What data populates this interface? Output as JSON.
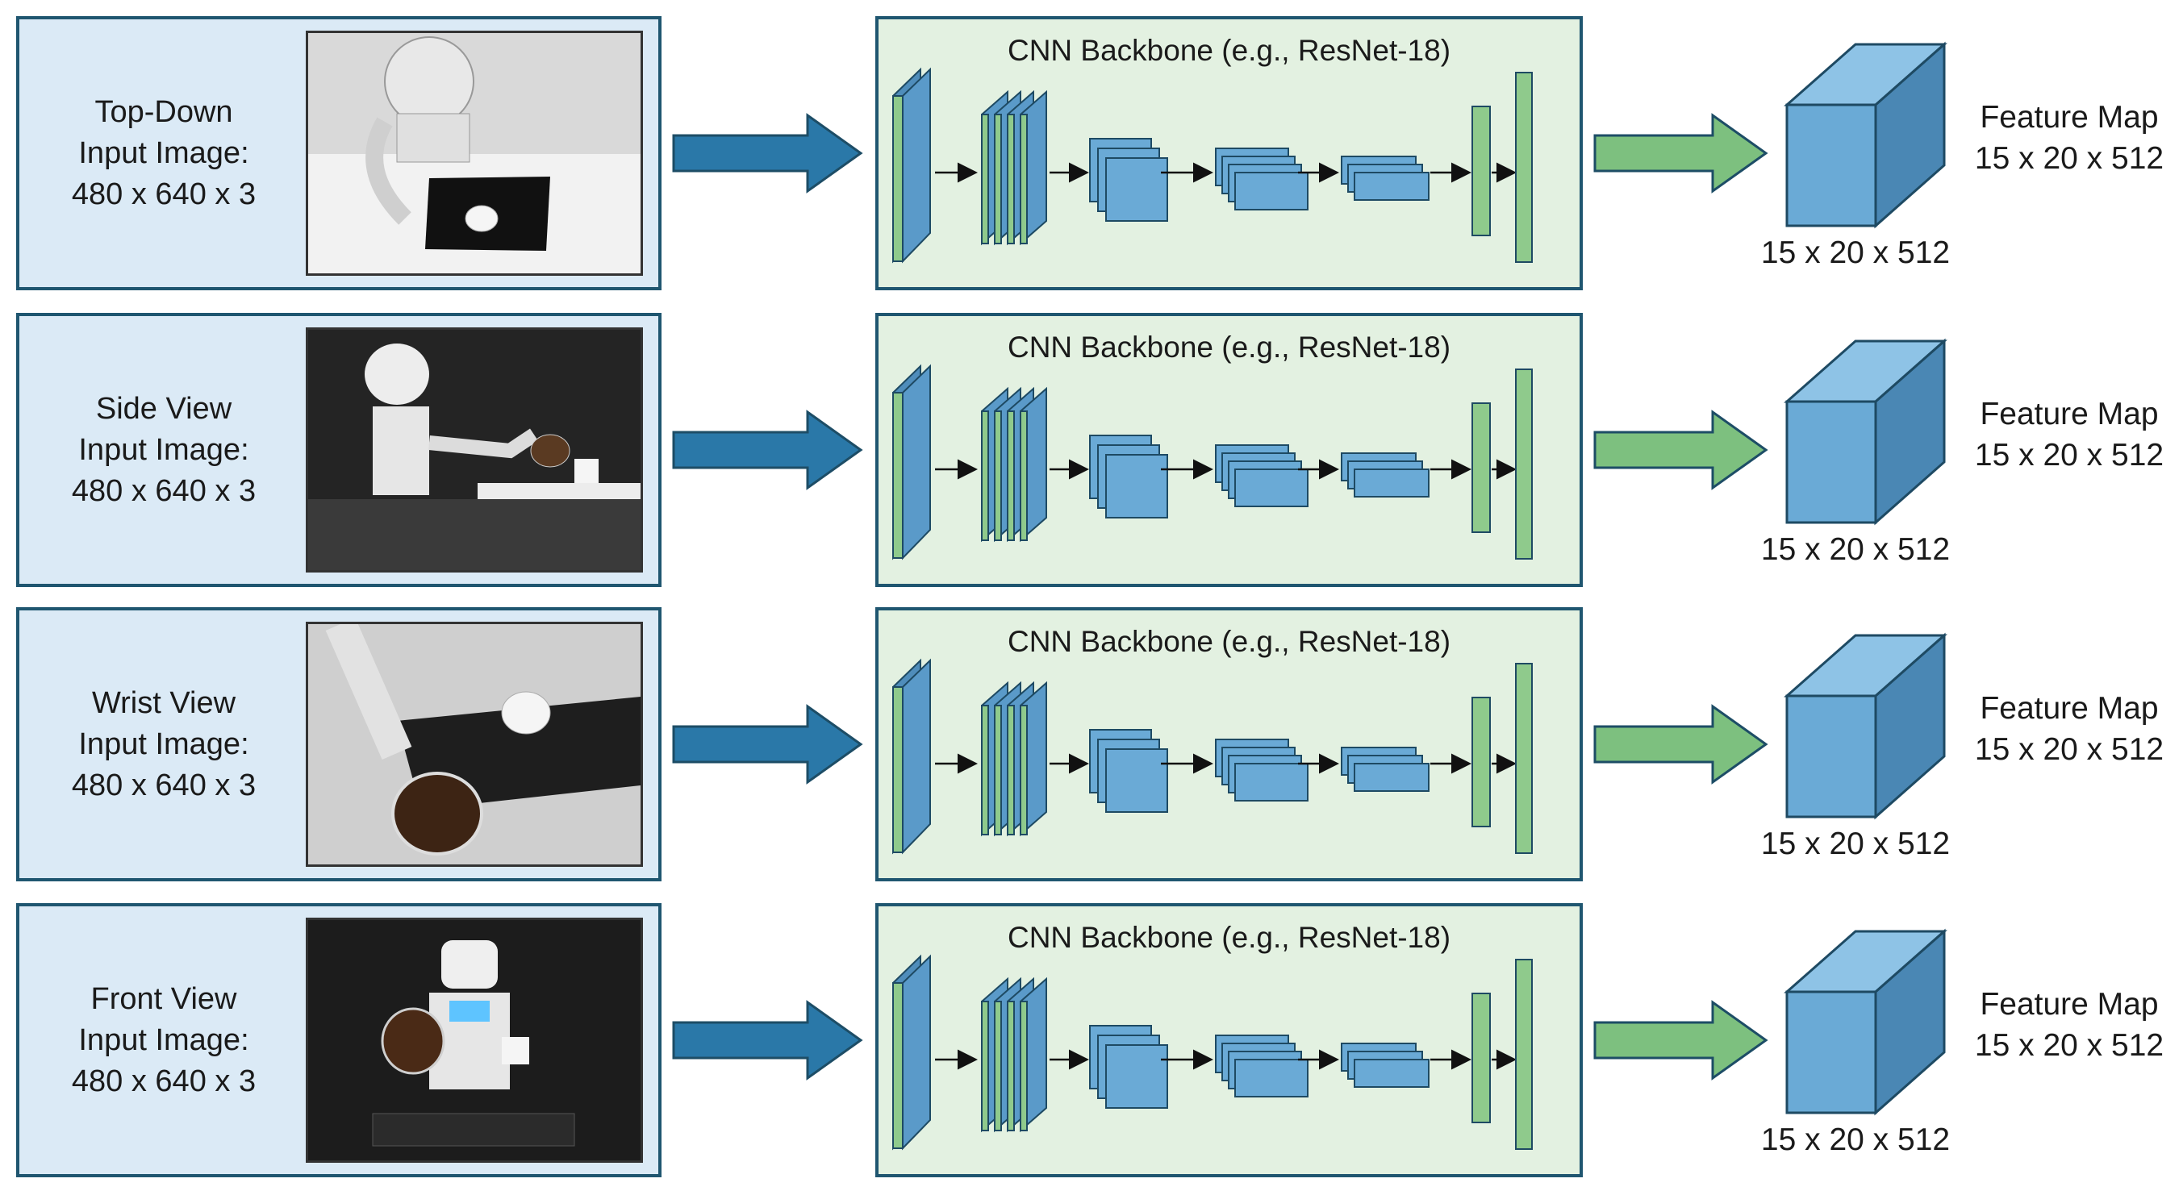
{
  "rows": [
    {
      "view_line1": "Top-Down",
      "view_line2": "Input Image:",
      "view_line3": "480 x 640 x 3",
      "backbone_title": "CNN Backbone (e.g., ResNet-18)",
      "cube_dims": "15 x 20 x 512",
      "feature_line1": "Feature Map",
      "feature_line2": "15 x 20 x 512"
    },
    {
      "view_line1": "Side View",
      "view_line2": "Input Image:",
      "view_line3": "480 x 640 x 3",
      "backbone_title": "CNN Backbone (e.g., ResNet-18)",
      "cube_dims": "15 x 20 x 512",
      "feature_line1": "Feature Map",
      "feature_line2": "15 x 20 x 512"
    },
    {
      "view_line1": "Wrist View",
      "view_line2": "Input Image:",
      "view_line3": "480 x 640 x 3",
      "backbone_title": "CNN Backbone (e.g., ResNet-18)",
      "cube_dims": "15 x 20 x 512",
      "feature_line1": "Feature Map",
      "feature_line2": "15 x 20 x 512"
    },
    {
      "view_line1": "Front View",
      "view_line2": "Input Image:",
      "view_line3": "480 x 640 x 3",
      "backbone_title": "CNN Backbone (e.g., ResNet-18)",
      "cube_dims": "15 x 20 x 512",
      "feature_line1": "Feature Map",
      "feature_line2": "15 x 20 x 512"
    }
  ],
  "colors": {
    "panel_border": "#1f5670",
    "input_panel_bg": "#dbeaf6",
    "cnn_panel_bg": "#e3f1e1",
    "input_arrow": "#2a78a8",
    "output_arrow": "#7dc07f",
    "layer_blue": "#5a9ac9",
    "layer_green": "#8fca8c",
    "cube_front": "#6aaad6",
    "cube_top": "#8ec3e6",
    "cube_side": "#4a87b4"
  },
  "photos": [
    {
      "scene": "top-down",
      "bg": "#d9d9d9"
    },
    {
      "scene": "side",
      "bg": "#242424"
    },
    {
      "scene": "wrist",
      "bg": "#cfcfcf"
    },
    {
      "scene": "front",
      "bg": "#1c1c1c"
    }
  ]
}
